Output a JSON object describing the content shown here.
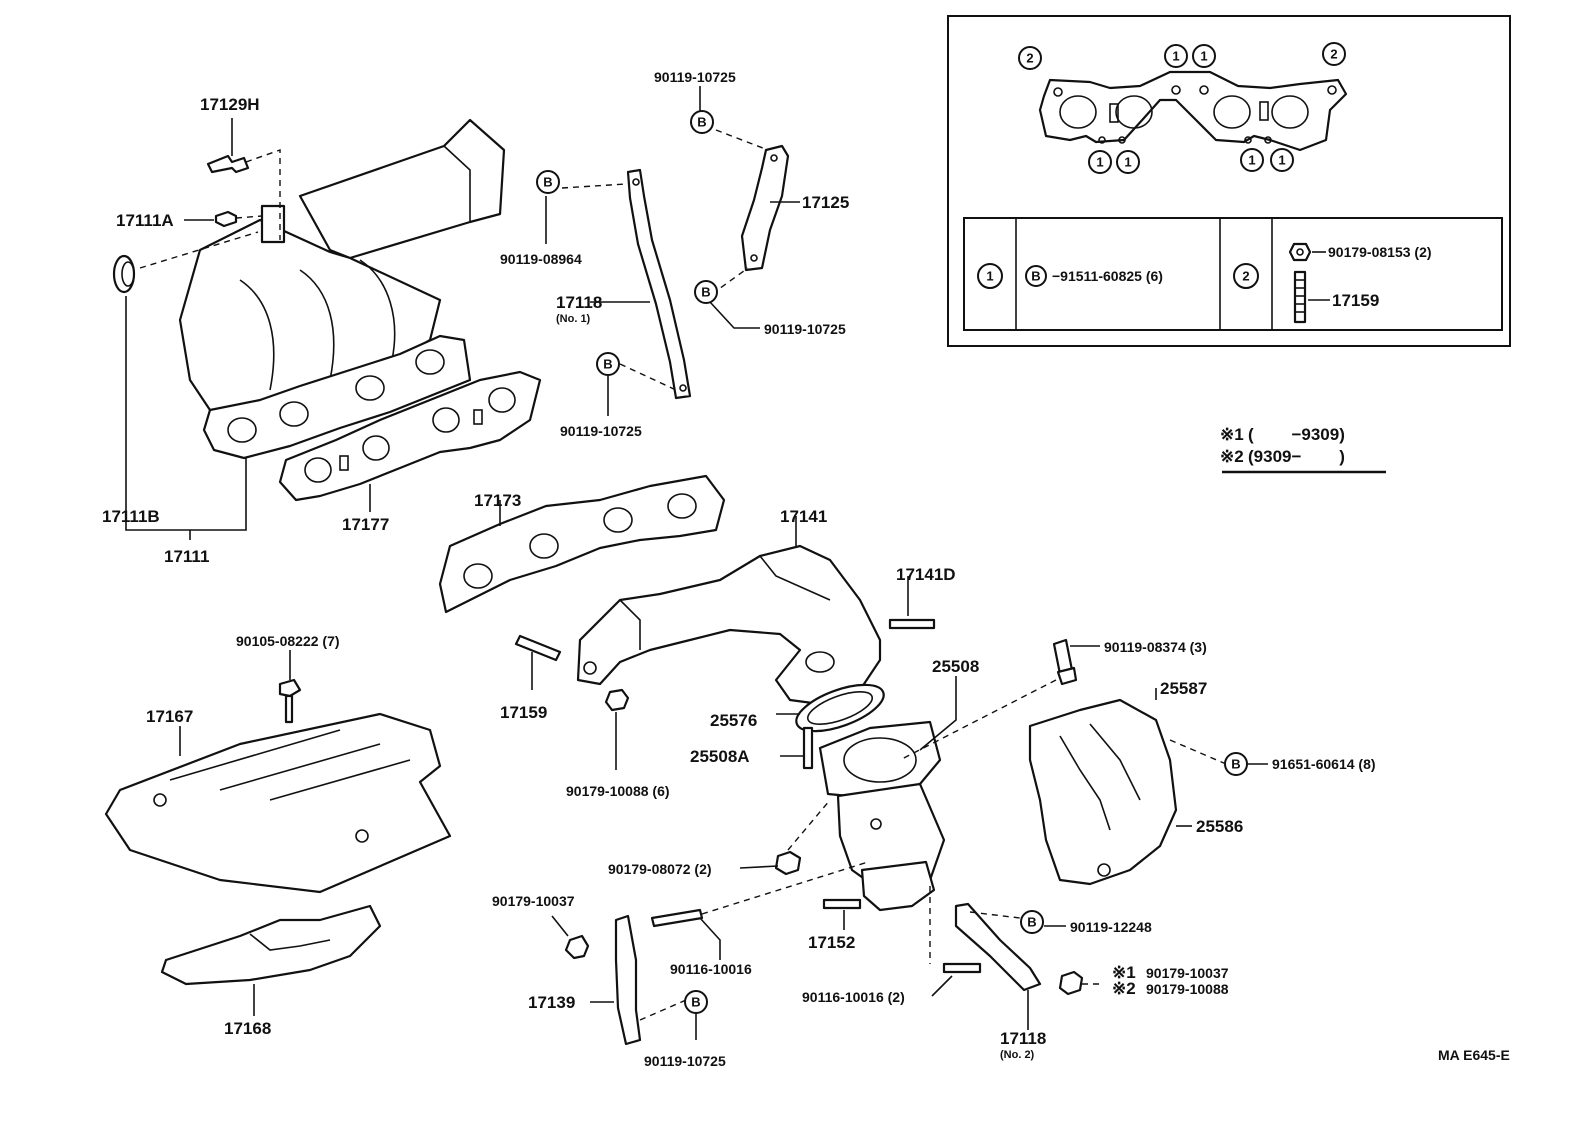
{
  "diagram_code": "MA E645-E",
  "symbols": {
    "b": "B",
    "one": "1",
    "two": "2"
  },
  "legend": {
    "line1_mark": "※1",
    "line1_text": "(        −9309)",
    "line2_mark": "※2",
    "line2_text": "(9309−        )"
  },
  "inset_table": {
    "row1_part": "−91511-60825 (6)",
    "row2_nut": "90179-08153 (2)",
    "row2_stud": "17159"
  },
  "labels": {
    "p17129H": "17129H",
    "p17111A": "17111A",
    "p17111B": "17111B",
    "p17111": "17111",
    "p17177": "17177",
    "p90119_08964": "90119-08964",
    "p17118_1": "17118",
    "p17118_1_sub": "(No. 1)",
    "p90119_10725_a": "90119-10725",
    "p90119_10725_top": "90119-10725",
    "p17125": "17125",
    "p90119_10725_b": "90119-10725",
    "p17173": "17173",
    "p17141": "17141",
    "p17141D": "17141D",
    "p90105_08222": "90105-08222 (7)",
    "p17167": "17167",
    "p17159": "17159",
    "p90179_10088_6": "90179-10088 (6)",
    "p90119_08374": "90119-08374 (3)",
    "p25508": "25508",
    "p25587": "25587",
    "p25576": "25576",
    "p25508A": "25508A",
    "p91651_60614": "91651-60614 (8)",
    "p25586": "25586",
    "p90179_08072": "90179-08072 (2)",
    "p90179_10037": "90179-10037",
    "p90116_10016": "90116-10016",
    "p17152": "17152",
    "p90119_12248": "90119-12248",
    "p17139": "17139",
    "p90116_10016_2": "90116-10016 (2)",
    "p17118_2": "17118",
    "p17118_2_sub": "(No. 2)",
    "p90119_10725_c": "90119-10725",
    "p17168": "17168",
    "alt1_mark": "※1",
    "alt1_part": "90179-10037",
    "alt2_mark": "※2",
    "alt2_part": "90179-10088"
  }
}
